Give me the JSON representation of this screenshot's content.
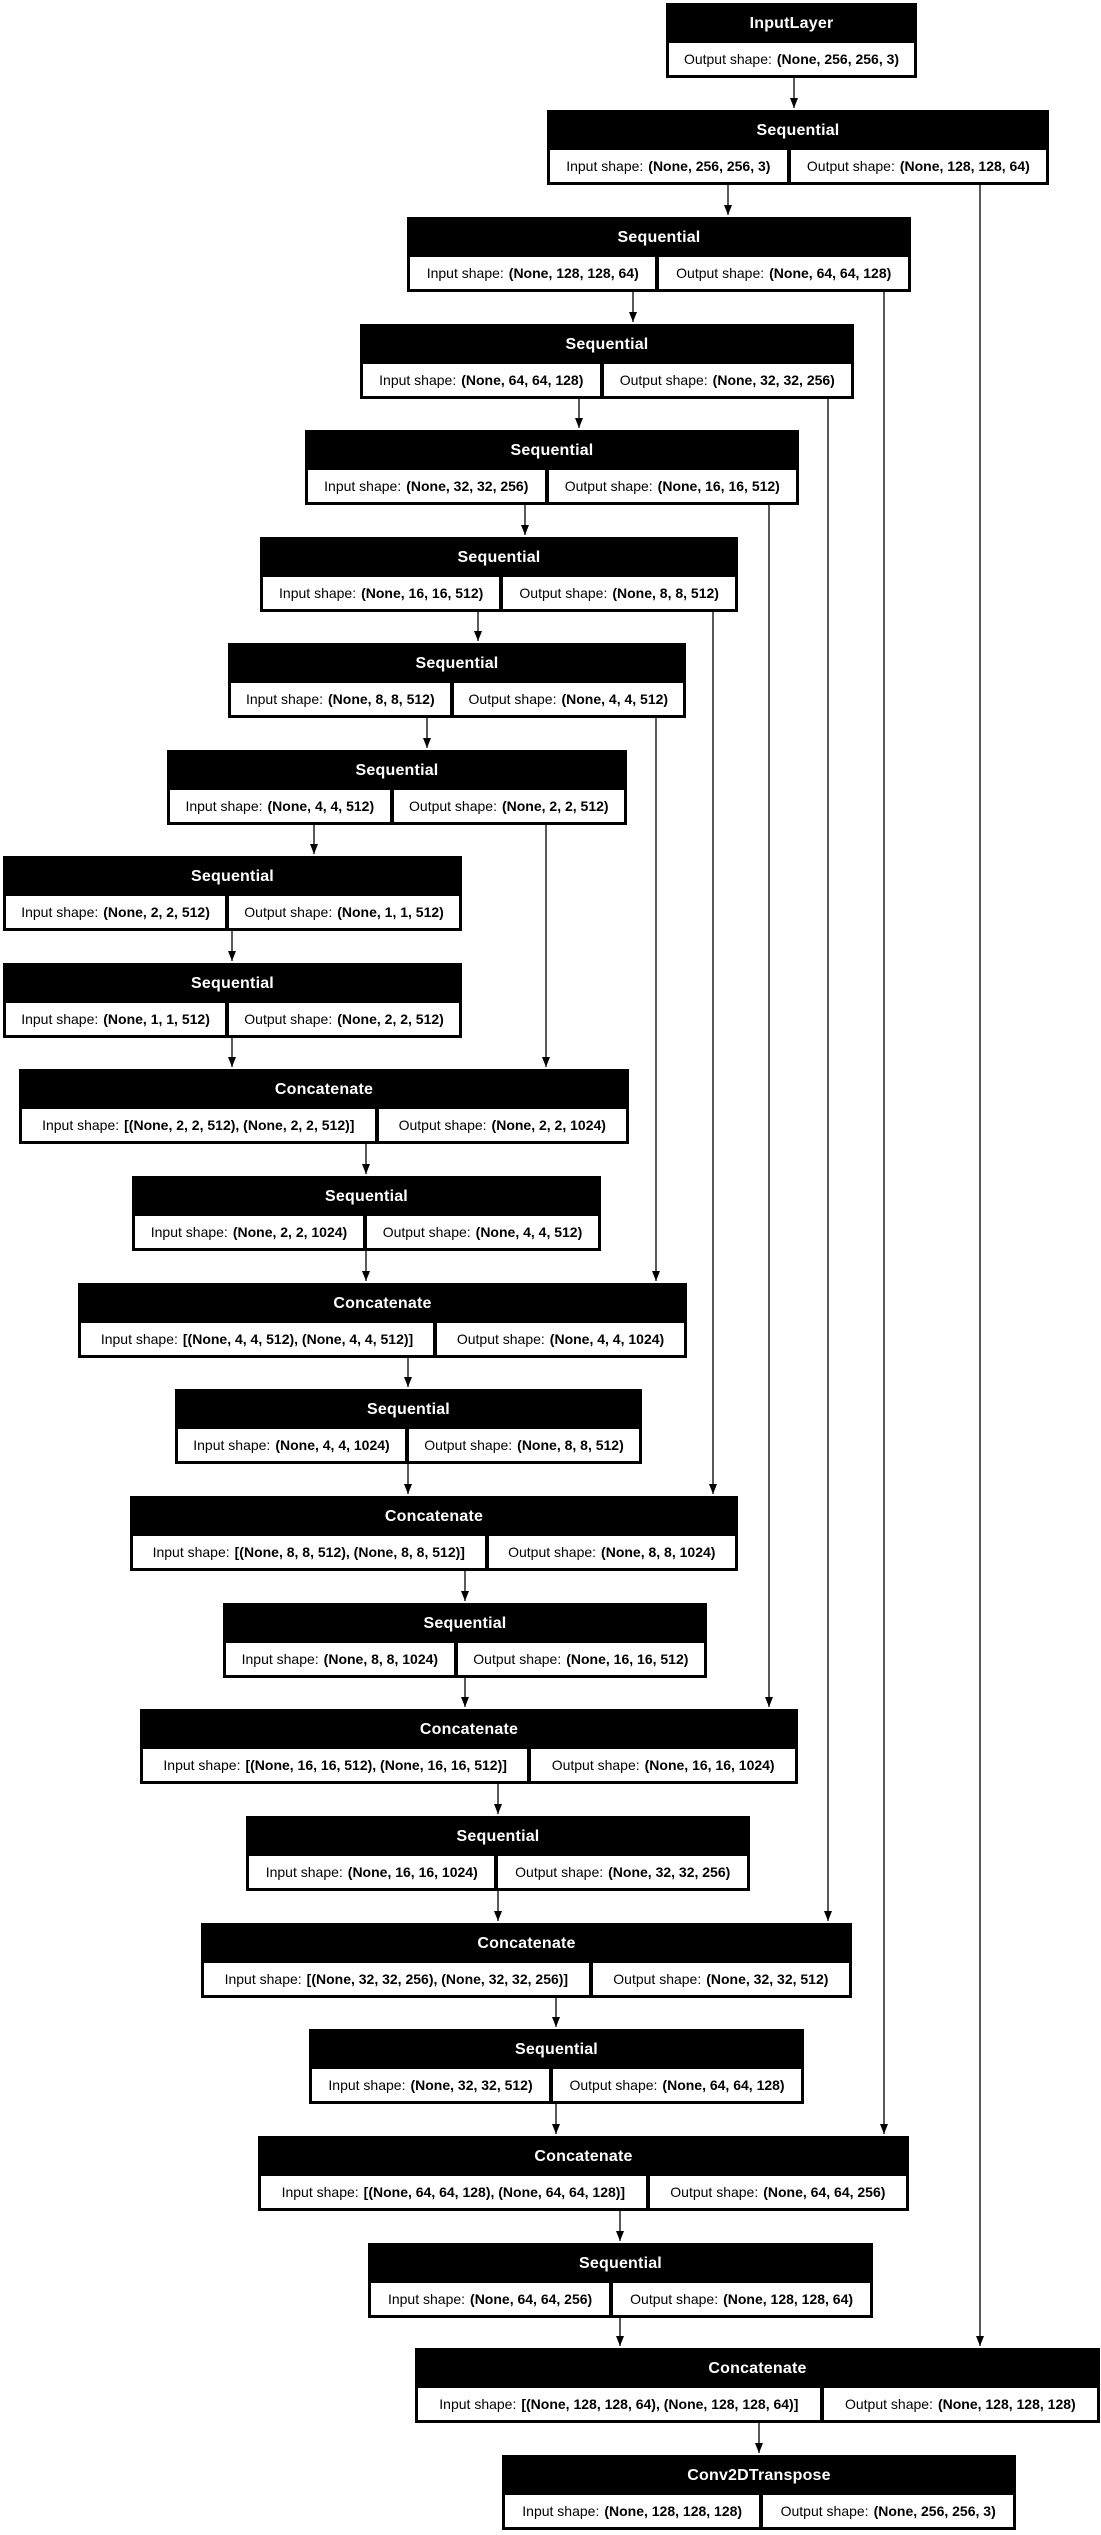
{
  "diagram": {
    "colors": {
      "node_fill": "#000000",
      "node_title_text": "#ffffff",
      "cell_fill": "#ffffff",
      "cell_text": "#000000",
      "edge": "#000000",
      "background": "#ffffff"
    },
    "nodes": [
      {
        "type": "InputLayer",
        "output_label": "Output shape:",
        "output_value": "(None, 256, 256, 3)"
      },
      {
        "type": "Sequential",
        "input_label": "Input shape:",
        "input_value": "(None, 256, 256, 3)",
        "output_label": "Output shape:",
        "output_value": "(None, 128, 128, 64)"
      },
      {
        "type": "Sequential",
        "input_label": "Input shape:",
        "input_value": "(None, 128, 128, 64)",
        "output_label": "Output shape:",
        "output_value": "(None, 64, 64, 128)"
      },
      {
        "type": "Sequential",
        "input_label": "Input shape:",
        "input_value": "(None, 64, 64, 128)",
        "output_label": "Output shape:",
        "output_value": "(None, 32, 32, 256)"
      },
      {
        "type": "Sequential",
        "input_label": "Input shape:",
        "input_value": "(None, 32, 32, 256)",
        "output_label": "Output shape:",
        "output_value": "(None, 16, 16, 512)"
      },
      {
        "type": "Sequential",
        "input_label": "Input shape:",
        "input_value": "(None, 16, 16, 512)",
        "output_label": "Output shape:",
        "output_value": "(None, 8, 8, 512)"
      },
      {
        "type": "Sequential",
        "input_label": "Input shape:",
        "input_value": "(None, 8, 8, 512)",
        "output_label": "Output shape:",
        "output_value": "(None, 4, 4, 512)"
      },
      {
        "type": "Sequential",
        "input_label": "Input shape:",
        "input_value": "(None, 4, 4, 512)",
        "output_label": "Output shape:",
        "output_value": "(None, 2, 2, 512)"
      },
      {
        "type": "Sequential",
        "input_label": "Input shape:",
        "input_value": "(None, 2, 2, 512)",
        "output_label": "Output shape:",
        "output_value": "(None, 1, 1, 512)"
      },
      {
        "type": "Sequential",
        "input_label": "Input shape:",
        "input_value": "(None, 1, 1, 512)",
        "output_label": "Output shape:",
        "output_value": "(None, 2, 2, 512)"
      },
      {
        "type": "Concatenate",
        "input_label": "Input shape:",
        "input_value": "[(None, 2, 2, 512), (None, 2, 2, 512)]",
        "output_label": "Output shape:",
        "output_value": "(None, 2, 2, 1024)"
      },
      {
        "type": "Sequential",
        "input_label": "Input shape:",
        "input_value": "(None, 2, 2, 1024)",
        "output_label": "Output shape:",
        "output_value": "(None, 4, 4, 512)"
      },
      {
        "type": "Concatenate",
        "input_label": "Input shape:",
        "input_value": "[(None, 4, 4, 512), (None, 4, 4, 512)]",
        "output_label": "Output shape:",
        "output_value": "(None, 4, 4, 1024)"
      },
      {
        "type": "Sequential",
        "input_label": "Input shape:",
        "input_value": "(None, 4, 4, 1024)",
        "output_label": "Output shape:",
        "output_value": "(None, 8, 8, 512)"
      },
      {
        "type": "Concatenate",
        "input_label": "Input shape:",
        "input_value": "[(None, 8, 8, 512), (None, 8, 8, 512)]",
        "output_label": "Output shape:",
        "output_value": "(None, 8, 8, 1024)"
      },
      {
        "type": "Sequential",
        "input_label": "Input shape:",
        "input_value": "(None, 8, 8, 1024)",
        "output_label": "Output shape:",
        "output_value": "(None, 16, 16, 512)"
      },
      {
        "type": "Concatenate",
        "input_label": "Input shape:",
        "input_value": "[(None, 16, 16, 512), (None, 16, 16, 512)]",
        "output_label": "Output shape:",
        "output_value": "(None, 16, 16, 1024)"
      },
      {
        "type": "Sequential",
        "input_label": "Input shape:",
        "input_value": "(None, 16, 16, 1024)",
        "output_label": "Output shape:",
        "output_value": "(None, 32, 32, 256)"
      },
      {
        "type": "Concatenate",
        "input_label": "Input shape:",
        "input_value": "[(None, 32, 32, 256), (None, 32, 32, 256)]",
        "output_label": "Output shape:",
        "output_value": "(None, 32, 32, 512)"
      },
      {
        "type": "Sequential",
        "input_label": "Input shape:",
        "input_value": "(None, 32, 32, 512)",
        "output_label": "Output shape:",
        "output_value": "(None, 64, 64, 128)"
      },
      {
        "type": "Concatenate",
        "input_label": "Input shape:",
        "input_value": "[(None, 64, 64, 128), (None, 64, 64, 128)]",
        "output_label": "Output shape:",
        "output_value": "(None, 64, 64, 256)"
      },
      {
        "type": "Sequential",
        "input_label": "Input shape:",
        "input_value": "(None, 64, 64, 256)",
        "output_label": "Output shape:",
        "output_value": "(None, 128, 128, 64)"
      },
      {
        "type": "Concatenate",
        "input_label": "Input shape:",
        "input_value": "[(None, 128, 128, 64), (None, 128, 128, 64)]",
        "output_label": "Output shape:",
        "output_value": "(None, 128, 128, 128)"
      },
      {
        "type": "Conv2DTranspose",
        "input_label": "Input shape:",
        "input_value": "(None, 128, 128, 128)",
        "output_label": "Output shape:",
        "output_value": "(None, 256, 256, 3)"
      }
    ],
    "edges": [
      {
        "from": 1,
        "to": 2
      },
      {
        "from": 2,
        "to": 3
      },
      {
        "from": 3,
        "to": 4
      },
      {
        "from": 4,
        "to": 5
      },
      {
        "from": 5,
        "to": 6
      },
      {
        "from": 6,
        "to": 7
      },
      {
        "from": 7,
        "to": 8
      },
      {
        "from": 8,
        "to": 9
      },
      {
        "from": 9,
        "to": 10
      },
      {
        "from": 10,
        "to": 11
      },
      {
        "from": 11,
        "to": 12
      },
      {
        "from": 12,
        "to": 13
      },
      {
        "from": 13,
        "to": 14
      },
      {
        "from": 14,
        "to": 15
      },
      {
        "from": 15,
        "to": 16
      },
      {
        "from": 16,
        "to": 17
      },
      {
        "from": 17,
        "to": 18
      },
      {
        "from": 18,
        "to": 19
      },
      {
        "from": 19,
        "to": 20
      },
      {
        "from": 20,
        "to": 21
      },
      {
        "from": 21,
        "to": 22
      },
      {
        "from": 22,
        "to": 23
      },
      {
        "from": 23,
        "to": 24
      },
      {
        "from": 8,
        "to": 11,
        "skip": true
      },
      {
        "from": 7,
        "to": 13,
        "skip": true
      },
      {
        "from": 6,
        "to": 15,
        "skip": true
      },
      {
        "from": 5,
        "to": 17,
        "skip": true
      },
      {
        "from": 4,
        "to": 19,
        "skip": true
      },
      {
        "from": 3,
        "to": 21,
        "skip": true
      },
      {
        "from": 2,
        "to": 23,
        "skip": true
      }
    ]
  }
}
